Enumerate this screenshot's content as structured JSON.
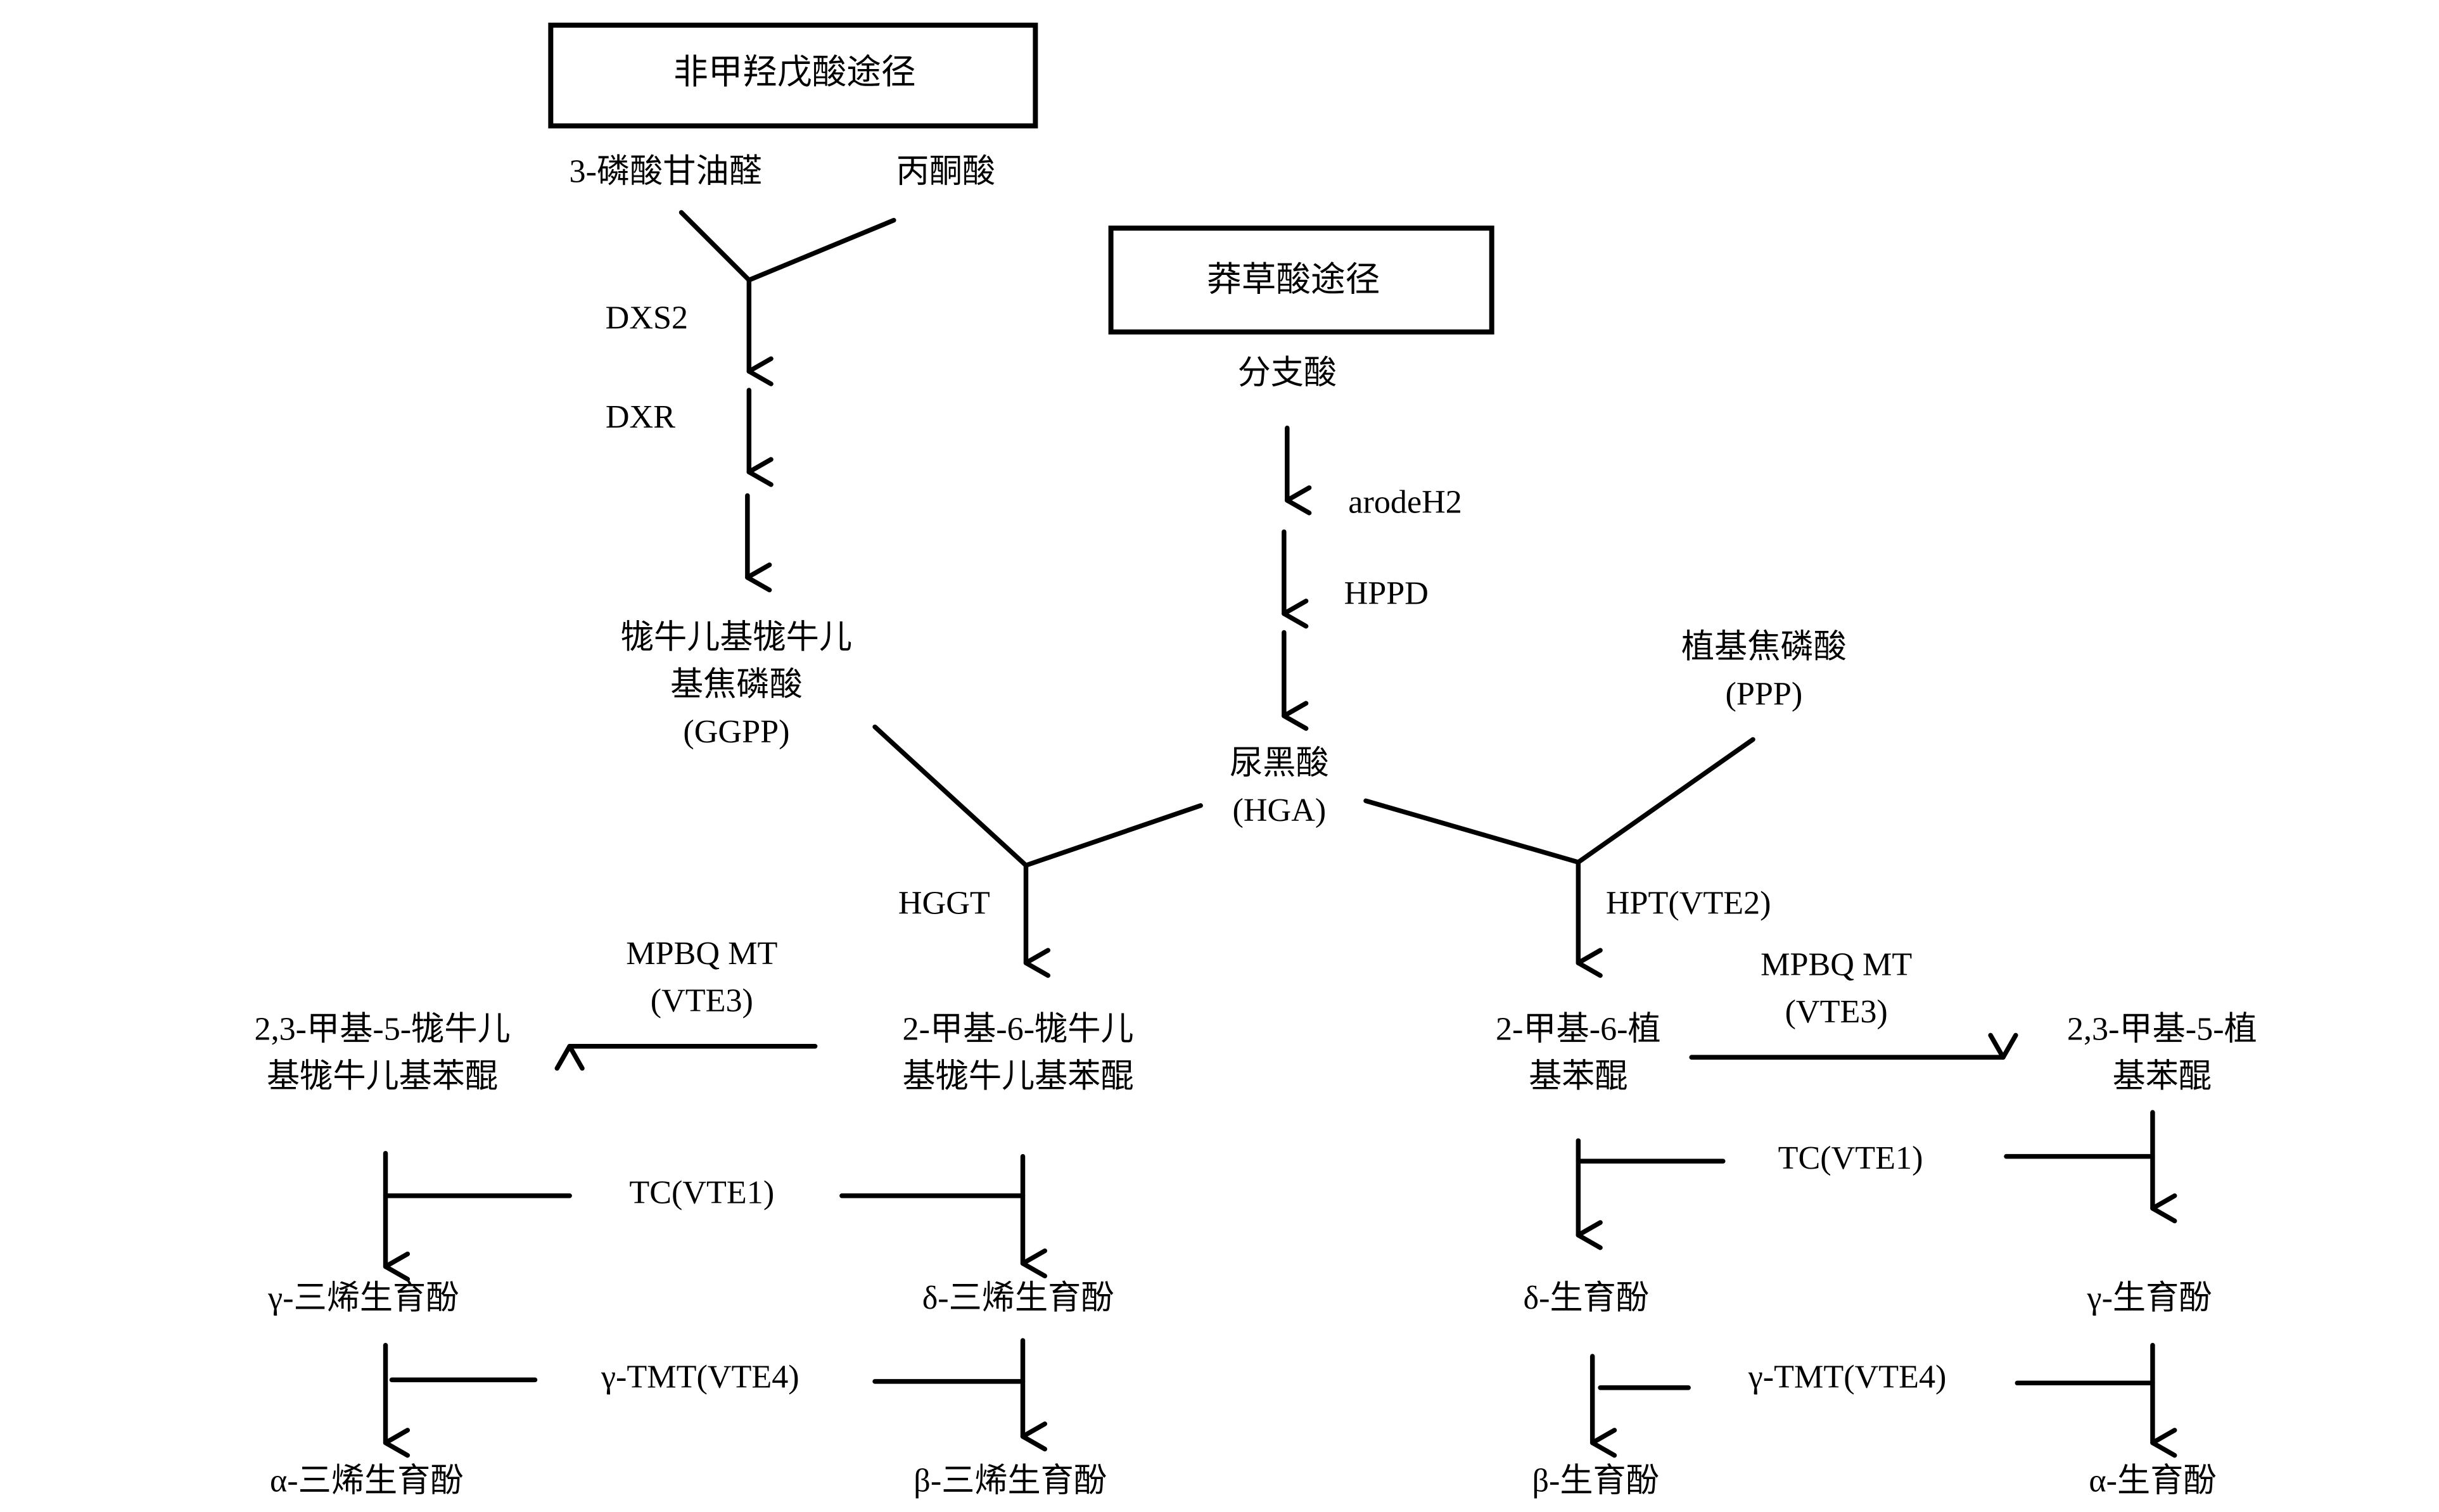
{
  "pathways": {
    "mep_box": "非甲羟戊酸途径",
    "shikimate_box": "莽草酸途径"
  },
  "compounds": {
    "g3p": "3-磷酸甘油醛",
    "pyruvate": "丙酮酸",
    "ggpp_line1": "牻牛儿基牻牛儿",
    "ggpp_line2": "基焦磷酸",
    "ggpp_line3": "(GGPP)",
    "chorismate": "分支酸",
    "hga_line1": "尿黑酸",
    "hga_line2": "(HGA)",
    "ppp_line1": "植基焦磷酸",
    "ppp_line2": "(PPP)",
    "dmggbq_line1": "2,3-甲基-5-牻牛儿",
    "dmggbq_line2": "基牻牛儿基苯醌",
    "mggbq_line1": "2-甲基-6-牻牛儿",
    "mggbq_line2": "基牻牛儿基苯醌",
    "mpbq_line1": "2-甲基-6-植",
    "mpbq_line2": "基苯醌",
    "dmpbq_line1": "2,3-甲基-5-植",
    "dmpbq_line2": "基苯醌",
    "gamma_t3": "γ-三烯生育酚",
    "delta_t3": "δ-三烯生育酚",
    "delta_toc": "δ-生育酚",
    "gamma_toc": "γ-生育酚",
    "alpha_t3": "α-三烯生育酚",
    "beta_t3": "β-三烯生育酚",
    "beta_toc": "β-生育酚",
    "alpha_toc": "α-生育酚"
  },
  "enzymes": {
    "dxs2": "DXS2",
    "dxr": "DXR",
    "arodeh2": "arodeH2",
    "hppd": "HPPD",
    "hggt": "HGGT",
    "hpt": "HPT(VTE2)",
    "mpbq_mt_left_line1": "MPBQ MT",
    "mpbq_mt_left_line2": "(VTE3)",
    "mpbq_mt_right_line1": "MPBQ MT",
    "mpbq_mt_right_line2": "(VTE3)",
    "tc_left": "TC(VTE1)",
    "tc_right": "TC(VTE1)",
    "gtmt_left": "γ-TMT(VTE4)",
    "gtmt_right": "γ-TMT(VTE4)"
  }
}
